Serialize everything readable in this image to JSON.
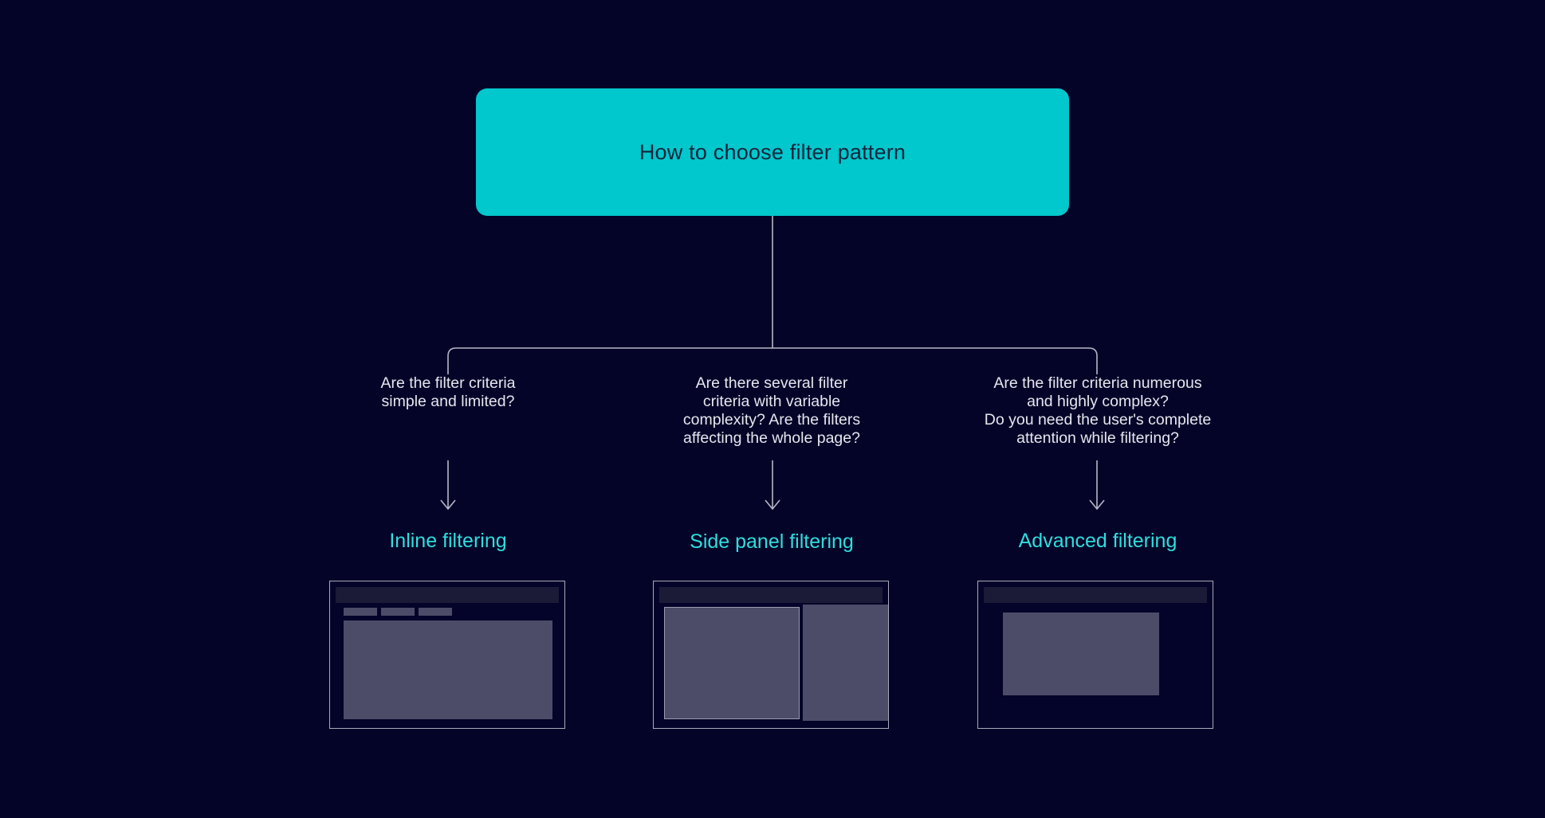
{
  "diagram": {
    "title": "How to choose filter pattern",
    "colors": {
      "background": "#040428",
      "accent": "#00c8cd",
      "outcome_text": "#2fdede",
      "question_text": "#e6e6ef",
      "connector": "#b6b6c6",
      "wireframe_fill": "#4c4c68",
      "wireframe_header": "#1b1b38",
      "wireframe_border": "#a9a9bb"
    },
    "branches": [
      {
        "question": "Are the filter criteria\nsimple and limited?",
        "outcome": "Inline filtering",
        "wireframe_name": "inline-filtering-wireframe"
      },
      {
        "question": "Are there several filter\ncriteria with variable\ncomplexity? Are the filters\naffecting the whole page?",
        "outcome": "Side panel filtering",
        "wireframe_name": "side-panel-filtering-wireframe"
      },
      {
        "question": "Are the filter criteria numerous\nand highly complex?\nDo you need the user's complete\nattention while filtering?",
        "outcome": "Advanced filtering",
        "wireframe_name": "advanced-filtering-wireframe"
      }
    ]
  }
}
